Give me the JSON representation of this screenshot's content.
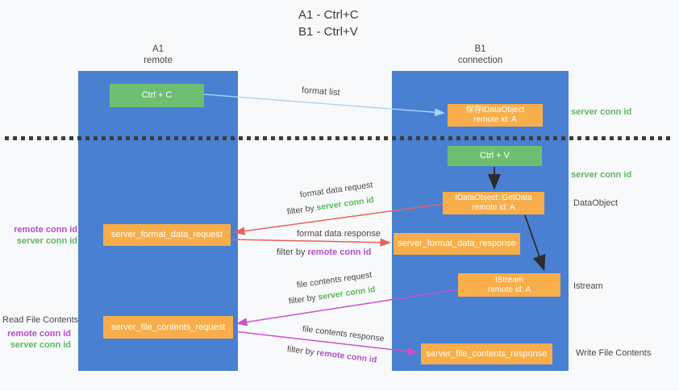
{
  "title": {
    "line1": "A1 - Ctrl+C",
    "line2": "B1 - Ctrl+V"
  },
  "columns": {
    "left": {
      "name": "A1",
      "role": "remote"
    },
    "right": {
      "name": "B1",
      "role": "connection"
    }
  },
  "nodes": {
    "ctrl_c": "Ctrl + C",
    "ctrl_v": "Ctrl + V",
    "save_idataobject": {
      "line1": "保存IDataObject",
      "line2": "remote id: A"
    },
    "getdata": {
      "line1": "IDataObject::GetData",
      "line2": "remote id: A"
    },
    "istream": {
      "line1": "IStream",
      "line2": "remote id: A"
    },
    "server_format_data_request": "server_format_data_request",
    "server_format_data_response": "server_format_data_response",
    "server_file_contents_request": "server_file_contents_request",
    "server_file_contents_response": "server_file_contents_response"
  },
  "side_labels": {
    "server_conn_id": "server conn id",
    "remote_conn_id": "remote conn id",
    "dataobject": "DataObject",
    "istream": "Istream",
    "read_file_contents": "Read File Contents",
    "write_file_contents": "Write File Contents"
  },
  "arrow_labels": {
    "format_list": "format list",
    "format_data_request": "format data request",
    "format_data_response": "format data response",
    "file_contents_request": "file contents request",
    "file_contents_response": "file contents response",
    "filter_by": "filter by ",
    "server_conn_id": "server conn id",
    "remote_conn_id": "remote conn id"
  },
  "colors": {
    "lane_blue": "#4a80d2",
    "node_green": "#6fbf72",
    "node_orange": "#f8ae4a",
    "server_conn_green": "#5cb85c",
    "remote_conn_purple": "#b44ecb",
    "arrow_red": "#e7625e",
    "arrow_magenta": "#c954c9",
    "arrow_light_blue": "#a9d6f2",
    "arrow_black": "#2b2b2b"
  }
}
